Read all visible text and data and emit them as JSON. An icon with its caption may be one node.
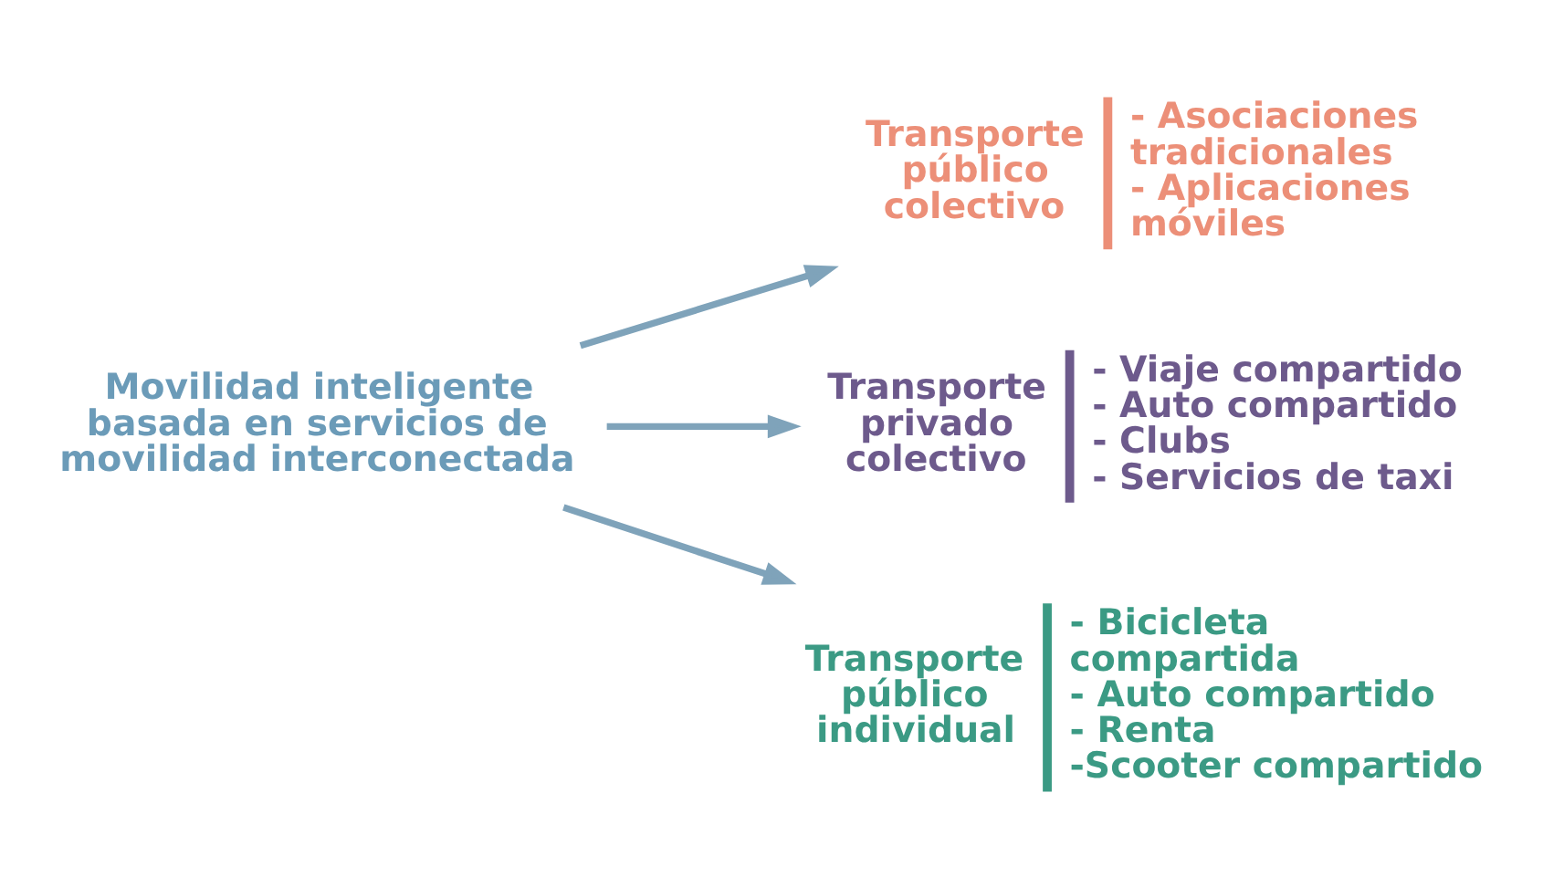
{
  "diagram": {
    "nodes": [
      {
        "text": [
          "Movilidad inteligente basada en servicios de movilidad interconectada"
        ]
      },
      {
        "text": [
          "Transporte público colectivo"
        ],
        "beside": [
          "- Asociaciones tradicionales",
          "- Aplicaciones móviles"
        ]
      },
      {
        "text": [
          "Transporte privado colectivo"
        ],
        "beside": [
          "- Viaje compartido",
          "- Auto compartido",
          "- Clubs",
          "- Servicios de taxi"
        ]
      },
      {
        "text": [
          "Transporte público individual"
        ],
        "beside": [
          "- Bicicleta compartida",
          "- Auto compartido",
          "- Renta",
          "-Scooter compartido"
        ]
      }
    ],
    "edges": [
      {
        "from": 0,
        "to": 1,
        "arrow": "to"
      },
      {
        "from": 0,
        "to": 2,
        "arrow": "to"
      },
      {
        "from": 0,
        "to": 3,
        "arrow": "to"
      }
    ]
  }
}
